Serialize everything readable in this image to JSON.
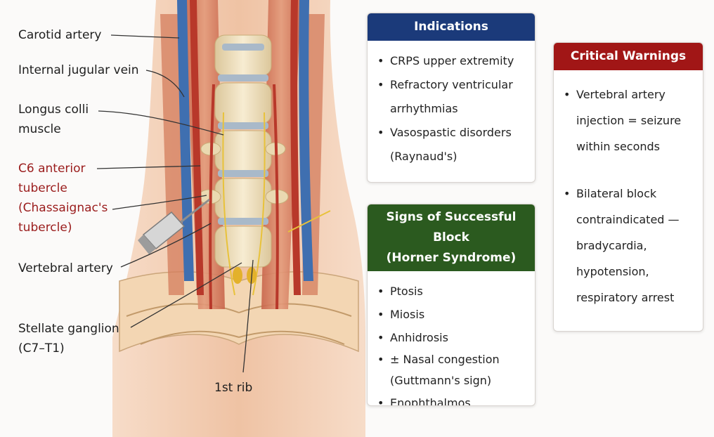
{
  "labels": {
    "carotid": "Carotid artery",
    "ijv": "Internal jugular vein",
    "longus": "Longus colli\nmuscle",
    "c6": "C6 anterior\ntubercle\n(Chassaignac's\ntubercle)",
    "vertebral": "Vertebral artery",
    "stellate": "Stellate ganglion\n(C7–T1)",
    "rib": "1st rib"
  },
  "indications": {
    "title": "Indications",
    "items": [
      "CRPS upper extremity",
      "Refractory ventricular arrhythmias",
      "Vasospastic disorders (Raynaud's)"
    ]
  },
  "signs": {
    "title": "Signs of Successful Block\n(Horner Syndrome)",
    "items": [
      "Ptosis",
      "Miosis",
      "Anhidrosis",
      "± Nasal congestion (Guttmann's sign)",
      "Enophthalmos"
    ]
  },
  "warnings": {
    "title": "Critical Warnings",
    "items": [
      "Vertebral artery injection = seizure within seconds",
      "Bilateral block contraindicated — bradycardia, hypotension, respiratory arrest"
    ]
  },
  "colors": {
    "indications_header": "#1b3a7a",
    "signs_header": "#2b5a1f",
    "warnings_header": "#a11616",
    "label_red": "#9a1c1c",
    "artery": "#b8382a",
    "vein": "#3f6fb0",
    "muscle": "#d98f6a",
    "bone": "#efe2c2"
  }
}
